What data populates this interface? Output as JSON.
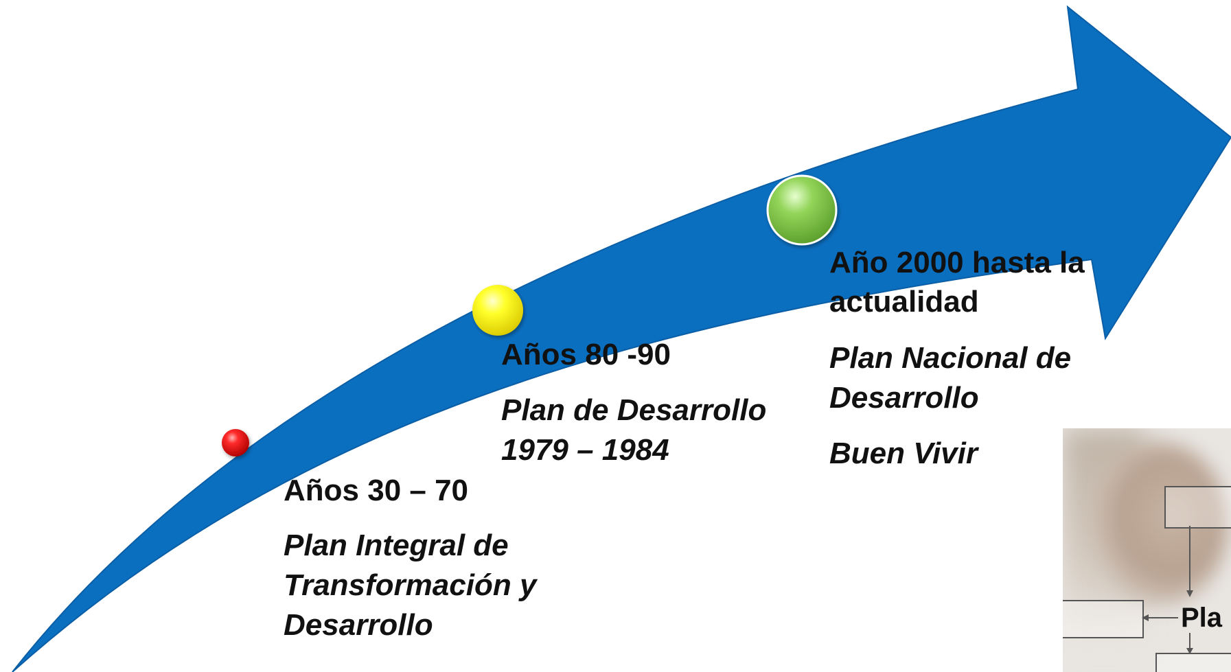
{
  "timeline": {
    "arrow_color": "#0b6fc0",
    "milestones": [
      {
        "dot_color": "red",
        "era": "Años 30 – 70",
        "plan_lines": [
          "Plan Integral de",
          "Transformación y",
          "Desarrollo"
        ]
      },
      {
        "dot_color": "yellow",
        "era": "Años 80 -90",
        "plan_lines": [
          "Plan de Desarrollo",
          "1979 – 1984"
        ]
      },
      {
        "dot_color": "green",
        "era_lines": [
          "Año 2000 hasta la",
          "actualidad"
        ],
        "plan_lines": [
          "Plan Nacional de",
          "Desarrollo"
        ],
        "extra": "Buen Vivir"
      }
    ]
  },
  "photo_thumbnail": {
    "caption_fragment": "Pla"
  }
}
